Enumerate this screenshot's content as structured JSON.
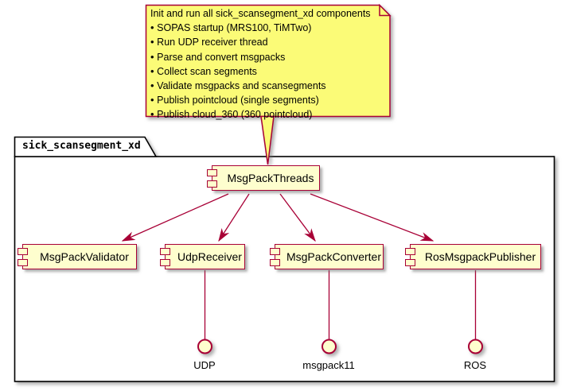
{
  "colors": {
    "note_fill": "#FBFB77",
    "shape_fill": "#FEFECE",
    "shape_border": "#A80036",
    "frame_border": "#000000"
  },
  "note": {
    "title": "Init and run all sick_scansegment_xd components",
    "bullets": [
      "SOPAS startup (MRS100, TiMTwo)",
      "Run UDP receiver thread",
      "Parse and convert msgpacks",
      "Collect scan segments",
      "Validate msgpacks and scansegments",
      "Publish pointcloud (single segments)",
      "Publish cloud_360 (360 pointcloud)"
    ]
  },
  "package": {
    "title": "sick_scansegment_xd"
  },
  "components": {
    "threads": "MsgPackThreads",
    "validator": "MsgPackValidator",
    "udp_receiver": "UdpReceiver",
    "converter": "MsgPackConverter",
    "publisher": "RosMsgpackPublisher"
  },
  "interfaces": {
    "udp": "UDP",
    "msgpack": "msgpack11",
    "ros": "ROS"
  }
}
